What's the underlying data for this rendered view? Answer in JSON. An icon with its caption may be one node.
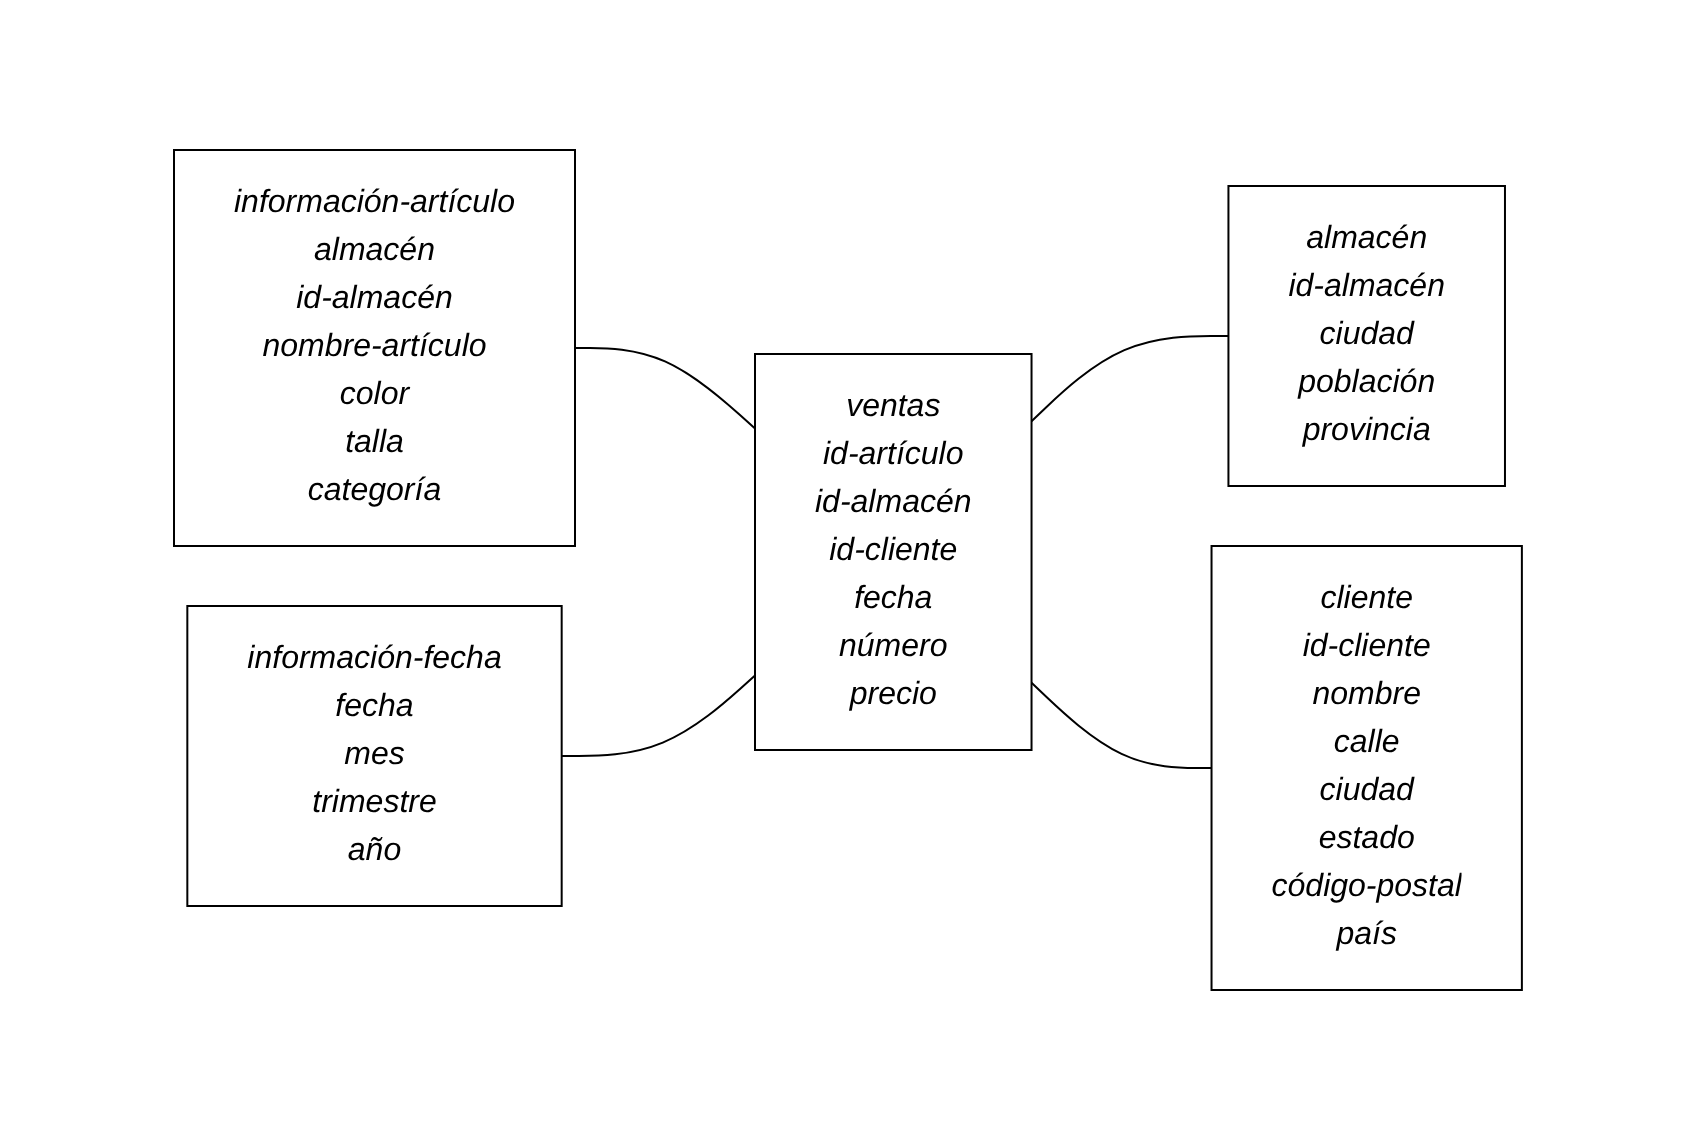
{
  "diagram": {
    "nodes": [
      {
        "text": [
          "información-artículo",
          "almacén",
          "id-almacén",
          "nombre-artículo",
          "color",
          "talla",
          "categoría"
        ]
      },
      {
        "text": [
          "almacén",
          "id-almacén",
          "ciudad",
          "población",
          "provincia"
        ]
      },
      {
        "text": [
          "ventas",
          "id-artículo",
          "id-almacén",
          "id-cliente",
          "fecha",
          "número",
          "precio"
        ]
      },
      {
        "text": [
          "información-fecha",
          "fecha",
          "mes",
          "trimestre",
          "año"
        ]
      },
      {
        "text": [
          "cliente",
          "id-cliente",
          "nombre",
          "calle",
          "ciudad",
          "estado",
          "código-postal",
          "país"
        ]
      }
    ],
    "edges": [
      {
        "from": 0,
        "to": 2,
        "arrow": "none"
      },
      {
        "from": 2,
        "to": 1,
        "arrow": "none"
      },
      {
        "from": 3,
        "to": 2,
        "arrow": "none"
      },
      {
        "from": 2,
        "to": 4,
        "arrow": "none"
      }
    ]
  }
}
